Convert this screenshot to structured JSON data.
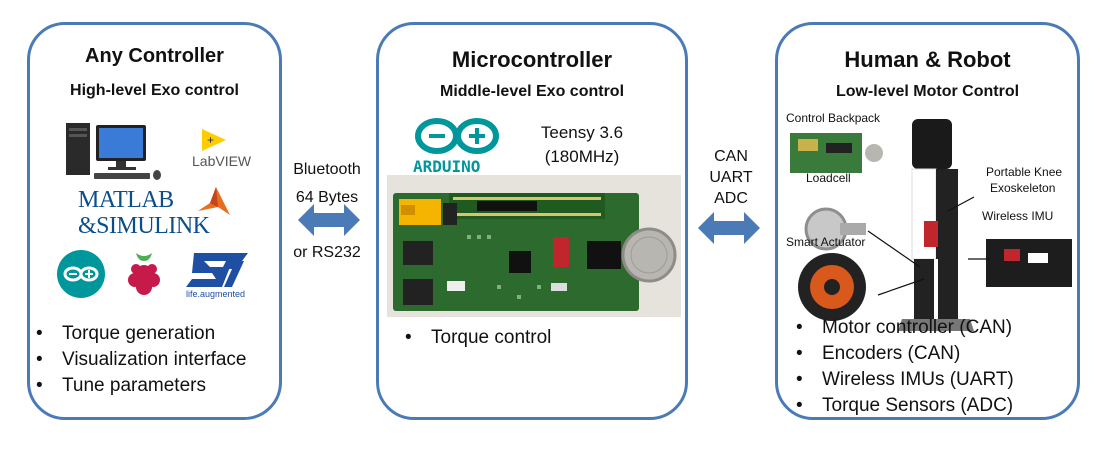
{
  "left": {
    "title": "Any Controller",
    "subtitle": "High-level Exo control",
    "logos": {
      "labview": "LabVIEW",
      "matlab": "MATLAB",
      "simulink": "&SIMULINK",
      "st_tagline": "life.augmented"
    },
    "bullets": [
      "Torque generation",
      "Visualization interface",
      "Tune parameters"
    ]
  },
  "link_left": {
    "line1": "Bluetooth",
    "line2": "64 Bytes",
    "line3": "or RS232"
  },
  "middle": {
    "title": "Microcontroller",
    "subtitle": "Middle-level Exo control",
    "arduino": "ARDUINO",
    "board_line1": "Teensy 3.6",
    "board_line2": "(180MHz)",
    "bullets": [
      "Torque control"
    ]
  },
  "link_right": {
    "line1": "CAN",
    "line2": "UART",
    "line3": "ADC"
  },
  "right": {
    "title": "Human & Robot",
    "subtitle": "Low-level Motor Control",
    "photo_labels": {
      "backpack": "Control Backpack",
      "knee_line1": "Portable Knee",
      "knee_line2": "Exoskeleton",
      "loadcell": "Loadcell",
      "imu": "Wireless IMU",
      "actuator": "Smart Actuator"
    },
    "bullets": [
      "Motor controller (CAN)",
      "Encoders (CAN)",
      "Wireless IMUs (UART)",
      "Torque Sensors (ADC)"
    ]
  },
  "colors": {
    "panel_border": "#4a7bb7",
    "arrow": "#4a7bb7",
    "arduino_teal": "#00979c",
    "pcb_green": "#2d6a2e"
  }
}
